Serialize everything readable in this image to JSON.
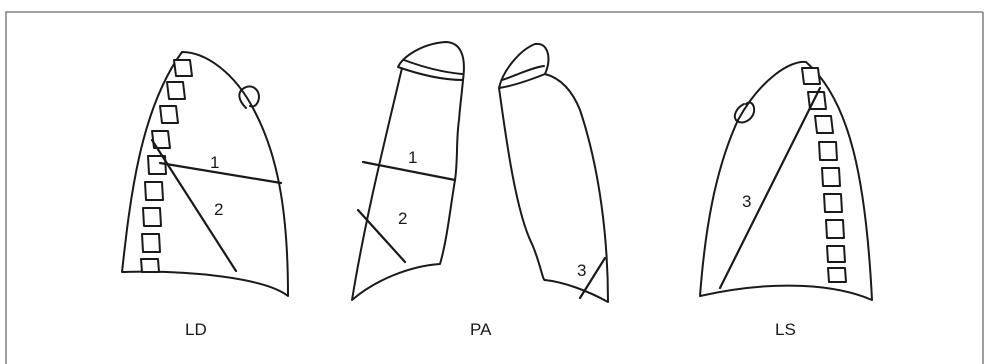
{
  "panels": [
    {
      "view_label": "LD",
      "fissure_labels": [
        "1",
        "2"
      ]
    },
    {
      "view_label": "PA",
      "fissure_labels": [
        "1",
        "2",
        "3"
      ]
    },
    {
      "view_label": "LS",
      "fissure_labels": [
        "3"
      ]
    }
  ]
}
